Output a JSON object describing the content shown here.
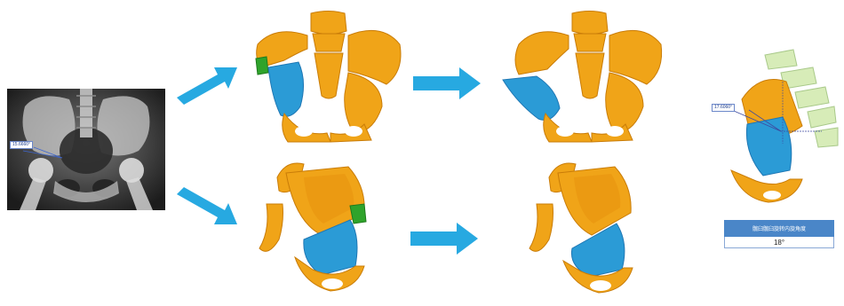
{
  "xray": {
    "measurement_label": "15.6660°"
  },
  "measurement_view": {
    "angle_label": "17.6060°"
  },
  "result_table": {
    "header": "髋臼髋臼旋转内旋角度",
    "value": "18°"
  },
  "colors": {
    "bone": "#f0a418",
    "bone_dark": "#c97c08",
    "fragment": "#2b9bd6",
    "fragment_dark": "#1f77b4",
    "graft": "#2fa32b",
    "sacrum_light": "#d7ecb8",
    "arrow": "#27a9e1",
    "header_blue": "#4a86c8"
  }
}
